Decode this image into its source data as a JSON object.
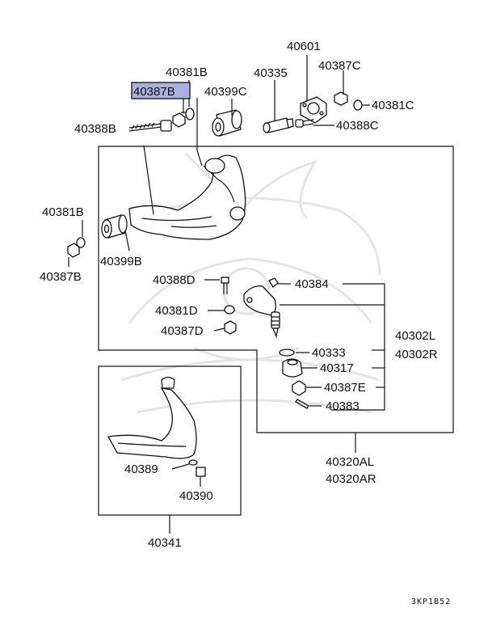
{
  "labels": {
    "p40601": "40601",
    "p40381b_top": "40381B",
    "p40387c": "40387C",
    "p40387b_top": "40387B",
    "p40399c": "40399C",
    "p40335": "40335",
    "p40381c": "40381C",
    "p40388b": "40388B",
    "p40388c": "40388C",
    "p40381b_left": "40381B",
    "p40399b": "40399B",
    "p40387b_left": "40387B",
    "p40388d": "40388D",
    "p40384": "40384",
    "p40381d": "40381D",
    "p40387d": "40387D",
    "p40302l": "40302L",
    "p40302r": "40302R",
    "p40333": "40333",
    "p40317": "40317",
    "p40387e": "40387E",
    "p40383": "40383",
    "p40320al": "40320AL",
    "p40320ar": "40320AR",
    "p40389": "40389",
    "p40390": "40390",
    "p40341": "40341"
  },
  "diagram_code": "3KP1B52",
  "highlight_color": "#aab0e0"
}
